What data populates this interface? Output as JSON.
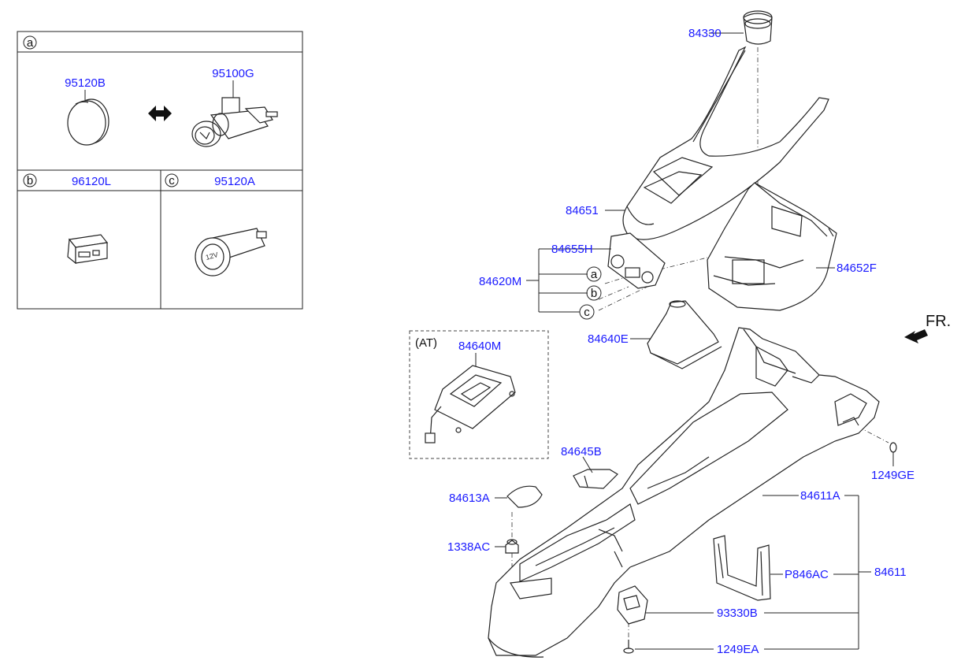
{
  "inset": {
    "a": {
      "letter": "a",
      "parts": [
        "95120B",
        "95100G"
      ]
    },
    "b": {
      "letter": "b",
      "part": "96120L"
    },
    "c": {
      "letter": "c",
      "part": "95120A"
    }
  },
  "callouts": {
    "c84330": "84330",
    "c84651": "84651",
    "c84655H": "84655H",
    "c84620M": "84620M",
    "c84652F": "84652F",
    "c84640E": "84640E",
    "c84640M": "84640M",
    "c84645B": "84645B",
    "c84613A": "84613A",
    "c1338AC": "1338AC",
    "c84611A": "84611A",
    "c84611": "84611",
    "cP846AC": "P846AC",
    "c93330B": "93330B",
    "c1249EA": "1249EA",
    "c1249GE": "1249GE"
  },
  "circle_refs": {
    "a": "a",
    "b": "b",
    "c": "c"
  },
  "at_label": "(AT)",
  "fr_label": "FR.",
  "colors": {
    "label": "#1a1aff",
    "line": "#222222"
  }
}
